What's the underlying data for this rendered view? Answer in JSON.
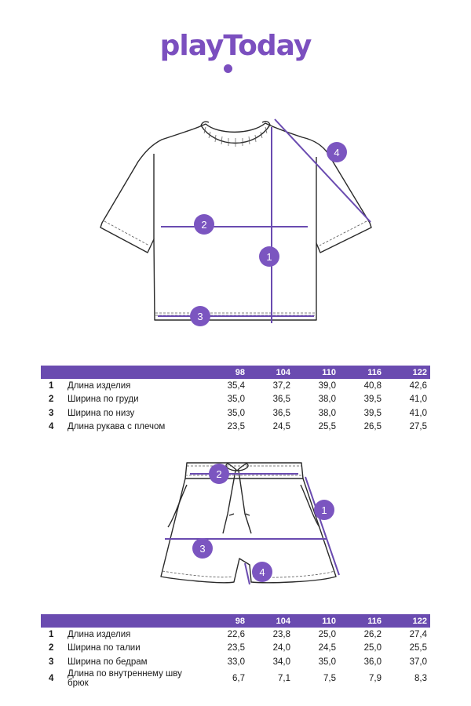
{
  "brand": {
    "logo_text": "playToday",
    "color": "#7b4fbf"
  },
  "accent_color": "#6a4bb0",
  "top_drawing_markers": [
    "1",
    "2",
    "3",
    "4"
  ],
  "bottom_drawing_markers": [
    "1",
    "2",
    "3",
    "4"
  ],
  "tables": [
    {
      "headers": [
        "",
        "",
        "98",
        "104",
        "110",
        "116",
        "122"
      ],
      "rows": [
        {
          "num": "1",
          "name": "Длина изделия",
          "values": [
            "35,4",
            "37,2",
            "39,0",
            "40,8",
            "42,6"
          ]
        },
        {
          "num": "2",
          "name": "Ширина по груди",
          "values": [
            "35,0",
            "36,5",
            "38,0",
            "39,5",
            "41,0"
          ]
        },
        {
          "num": "3",
          "name": "Ширина по низу",
          "values": [
            "35,0",
            "36,5",
            "38,0",
            "39,5",
            "41,0"
          ]
        },
        {
          "num": "4",
          "name": "Длина рукава с плечом",
          "values": [
            "23,5",
            "24,5",
            "25,5",
            "26,5",
            "27,5"
          ]
        }
      ]
    },
    {
      "headers": [
        "",
        "",
        "98",
        "104",
        "110",
        "116",
        "122"
      ],
      "rows": [
        {
          "num": "1",
          "name": "Длина изделия",
          "values": [
            "22,6",
            "23,8",
            "25,0",
            "26,2",
            "27,4"
          ]
        },
        {
          "num": "2",
          "name": "Ширина по талии",
          "values": [
            "23,5",
            "24,0",
            "24,5",
            "25,0",
            "25,5"
          ]
        },
        {
          "num": "3",
          "name": "Ширина по бедрам",
          "values": [
            "33,0",
            "34,0",
            "35,0",
            "36,0",
            "37,0"
          ]
        },
        {
          "num": "4",
          "name": "Длина по внутреннему шву брюк",
          "values": [
            "6,7",
            "7,1",
            "7,5",
            "7,9",
            "8,3"
          ]
        }
      ]
    }
  ]
}
